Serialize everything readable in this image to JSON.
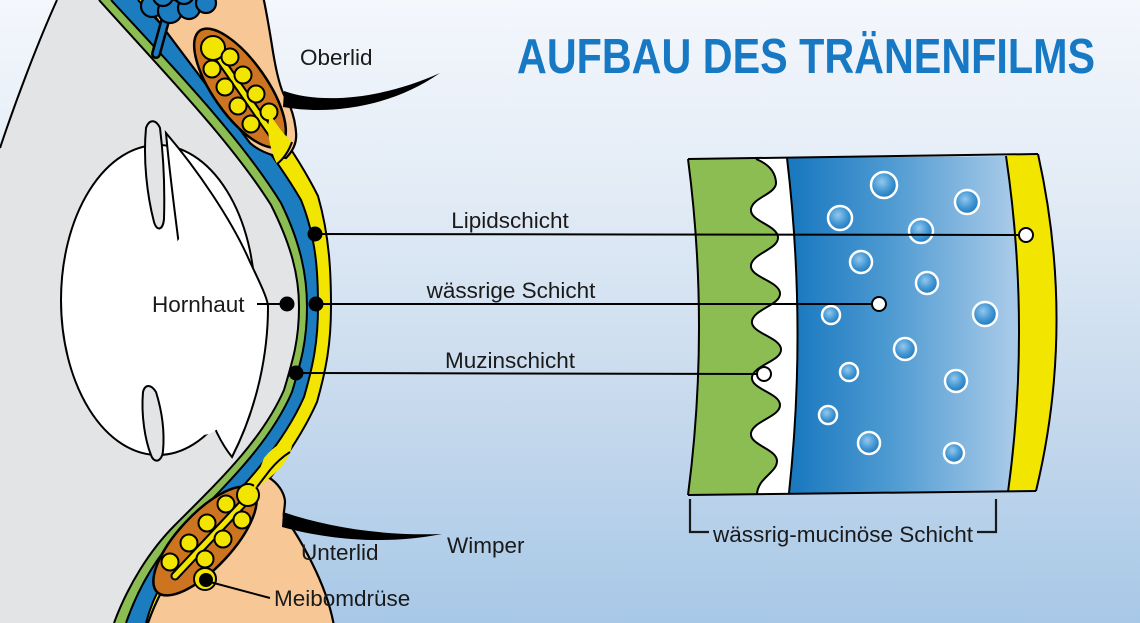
{
  "title": "AUFBAU DES TRÄNENFILMS",
  "anatomy_labels": {
    "oberlid": "Oberlid",
    "hornhaut": "Hornhaut",
    "wimper": "Wimper",
    "unterlid": "Unterlid",
    "meibomdruese": "Meibomdrüse"
  },
  "layer_labels": {
    "lipidschicht": "Lipidschicht",
    "waessrige_schicht": "wässrige Schicht",
    "muzinschicht": "Muzinschicht",
    "waessrig_mucinoese_schicht": "wässrig-mucinöse Schicht"
  },
  "colors": {
    "title_blue": "#1779c3",
    "layer_green": "#8bbd53",
    "layer_blue": "#1b7cc0",
    "layer_yellow": "#f2e500",
    "cornea_gray": "#e3e4e6",
    "eyelid_peach": "#f7c795",
    "gland_orange": "#cc741f",
    "background_top": "#f4f7fc",
    "background_bottom": "#a7c8e7",
    "label_text": "#1a1a1a"
  }
}
